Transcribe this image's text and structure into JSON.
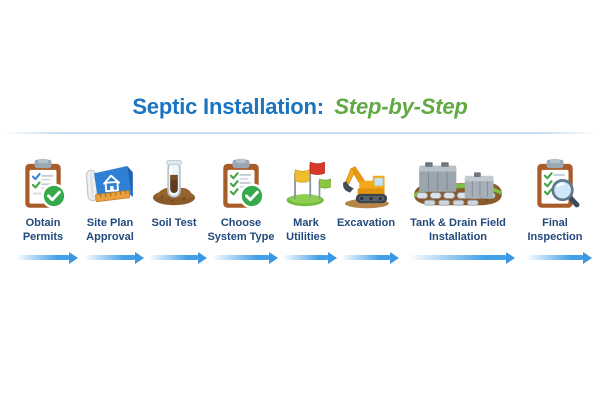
{
  "title": {
    "prefix": "Septic Installation:",
    "highlight": "Step-by-Step"
  },
  "colors": {
    "title_blue": "#1b74c0",
    "title_green": "#61a944",
    "label_navy": "#234a7c",
    "arrow_blue": "#3b97e2",
    "check_green": "#36a94c",
    "clipboard_brown": "#a85c28",
    "blueprint_blue": "#2f80d2",
    "soil_brown": "#8a5a2b",
    "excavator_yellow": "#f3a91c"
  },
  "steps": [
    {
      "label": "Obtain Permits",
      "icon": "clipboard-check-icon"
    },
    {
      "label": "Site Plan Approval",
      "icon": "blueprint-icon"
    },
    {
      "label": "Soil Test",
      "icon": "soil-test-icon"
    },
    {
      "label": "Choose System Type",
      "icon": "clipboard-checklist-icon"
    },
    {
      "label": "Mark Utilities",
      "icon": "flags-icon"
    },
    {
      "label": "Excavation",
      "icon": "excavator-icon"
    },
    {
      "label": "Tank & Drain Field Installation",
      "icon": "tank-drain-field-icon"
    },
    {
      "label": "Final Inspection",
      "icon": "clipboard-magnifier-icon"
    }
  ]
}
